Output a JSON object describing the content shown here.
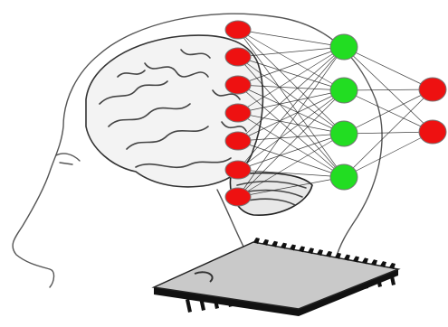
{
  "network": {
    "layers": [
      {
        "name": "input",
        "size": 7,
        "color": "#ee1111"
      },
      {
        "name": "hidden",
        "size": 4,
        "color": "#22dd22"
      },
      {
        "name": "output",
        "size": 2,
        "color": "#ee1111"
      }
    ],
    "node_stroke": "#777777",
    "edge_color": "#222222"
  },
  "icons": {
    "head": "human-head-profile",
    "brain": "brain",
    "chip": "dip-microchip"
  }
}
